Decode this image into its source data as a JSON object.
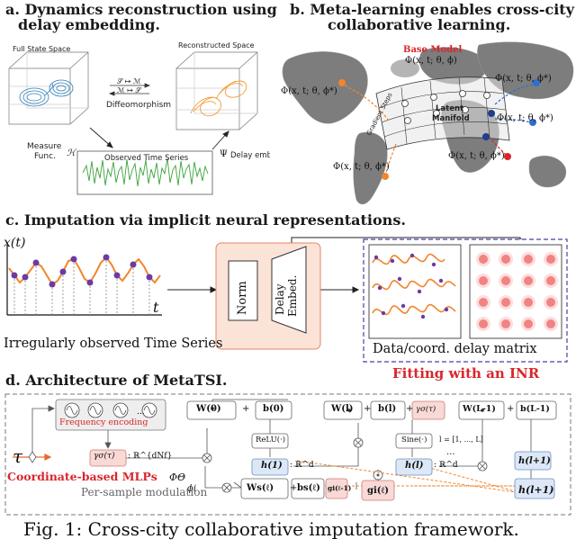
{
  "panel_a": {
    "title_line1": "a. Dynamics reconstruction using",
    "title_line2": "delay embedding.",
    "full_state_label": "Full State Space",
    "reconstructed_label": "Reconstructed Space",
    "map_forward": "𝒮 ↦ ℳ",
    "map_backward": "ℳ ↦ 𝒮",
    "diffeo_label": "Diffeomorphism",
    "measure_line1": "Measure",
    "measure_line2": "Func.",
    "measure_symbol": "ℋ",
    "observed_ts_label": "Observed Time Series",
    "delay_symbol": "Ψ",
    "delay_label": "Delay emb.",
    "colors": {
      "attractor_left": "#2c7fb8",
      "attractor_right": "#f39c33",
      "series": "#3aa33a"
    }
  },
  "panel_b": {
    "title_line1": "b. Meta-learning enables cross-city",
    "title_line2": "collaborative learning.",
    "base_model_label": "Base Model",
    "base_model_formula": "Φ(x, t; θ, ϕ)",
    "latent_line1": "Latent",
    "latent_line2": "Manifold",
    "gradient_label": "Gradient Steps",
    "formula_left": "Φ(x, t; θ, ϕ*)",
    "formula_right_top": "Φ(x, t; θ, ϕ*)",
    "formula_right_mid": "Φ(x, t; θ, ϕ*)",
    "formula_right_bottom": "Φ(x, t; θ, ϕ*)",
    "formula_bottom": "Φ(x, t; θ, ϕ*)",
    "colors": {
      "orange": "#f2862e",
      "blue": "#2f6fd0",
      "red": "#d8262b"
    }
  },
  "panel_c": {
    "title": "c. Imputation via implicit neural representations.",
    "y_axis_label": "x(t)",
    "x_axis_label": "t",
    "irregular_label": "Irregularly observed Time Series",
    "norm_label": "Norm",
    "delay_line1": "Delay",
    "delay_line2": "Embed.",
    "matrix_label": "Data/coord. delay matrix",
    "fitting_label": "Fitting with an INR",
    "colors": {
      "curve": "#f2862e",
      "point": "#6b3aa6",
      "dot": "#e84b4b",
      "panel_bg": "#fbe3d7"
    }
  },
  "panel_d": {
    "title": "d. Architecture of MetaTSI.",
    "tau": "τ",
    "freq_label": "Frequency encoding",
    "gamma": "γσ(τ)",
    "gamma_dim": ": ℝ^{dNf}",
    "coord_mlp_label": "Coordinate-based MLPs",
    "phi_theta": "ΦΘ",
    "phi_i": "ϕi",
    "per_sample_label": "Per-sample modulation",
    "w0": "W(0)",
    "b0": "b(0)",
    "relu": "ReLU(·)",
    "h1": "h(1)",
    "h1_dim": ": ℝ^d",
    "wl": "W(l)",
    "bl": "b(l)",
    "gamma_sigma_tau": "γσ(τ)",
    "sine": "Sine(·)",
    "hl": "h(l)",
    "hl_dim": ": ℝ^d",
    "l_range": "l = [1, ..., L]",
    "dots": "...",
    "wl1": "W(L-1)",
    "bl1": "b(L-1)",
    "hl_plus": "h(l+1)",
    "hl_plus_big": "h(l+1)",
    "ws": "Ws(ℓ)",
    "bs": "bs(ℓ)",
    "gs_prev": "gi(ℓ-1)",
    "gs": "gi(ℓ)",
    "plus": "+",
    "colors": {
      "blue": "#dce8f7",
      "pink": "#f8d9d6",
      "red": "#d8262b",
      "orange": "#f2862e"
    }
  },
  "caption": "Fig. 1: Cross-city collaborative imputation framework."
}
